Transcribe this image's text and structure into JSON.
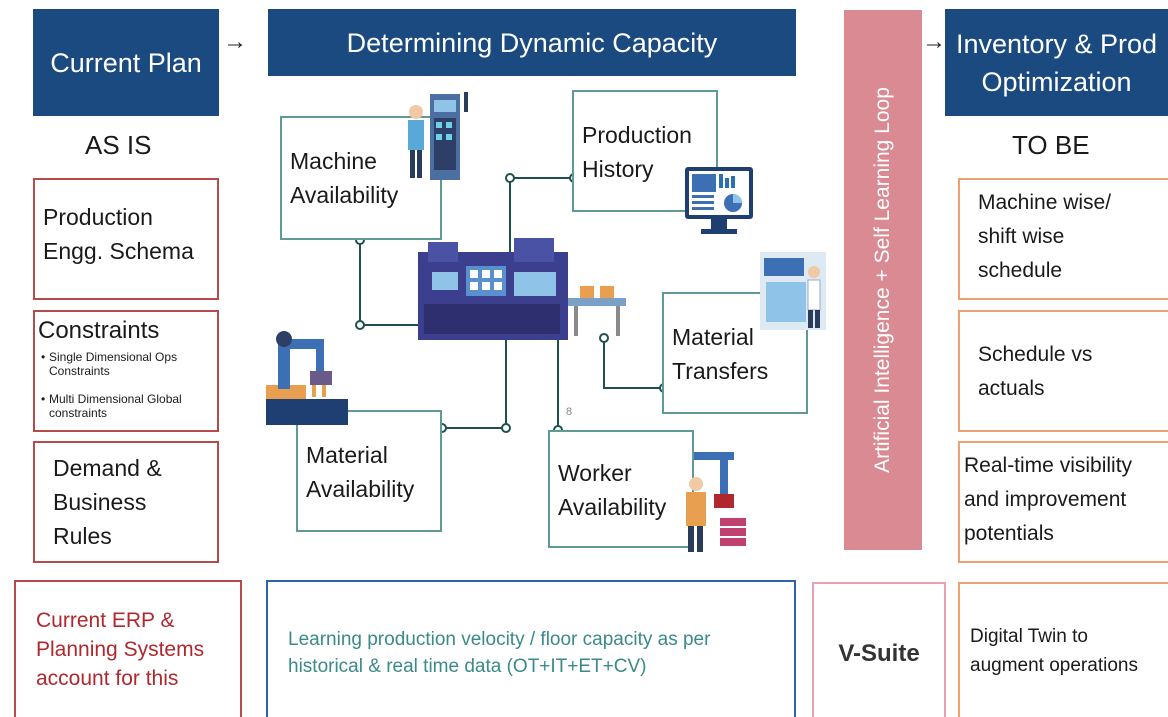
{
  "headers": {
    "current_plan": "Current Plan",
    "dynamic_capacity": "Determining Dynamic Capacity",
    "inventory": "Inventory & Prod Optimization"
  },
  "arrows": {
    "a1": "→",
    "a2": "→"
  },
  "left": {
    "title": "AS IS",
    "box1": "Production Engg. Schema",
    "box2_title": "Constraints",
    "box2_bullets": [
      "Single Dimensional Ops Constraints",
      "Multi Dimensional Global constraints"
    ],
    "box3": "Demand & Business Rules",
    "bottom": "Current ERP & Planning Systems account for this"
  },
  "center": {
    "machine": "Machine Availability",
    "history": "Production History",
    "transfers": "Material Transfers",
    "material": "Material Availability",
    "worker": "Worker Availability",
    "marker": "8",
    "bottom": "Learning production velocity / floor capacity as per historical & real time data (OT+IT+ET+CV)"
  },
  "ai_band": {
    "text": "Artificial Intelligence + Self Learning Loop"
  },
  "vsuite": "V-Suite",
  "right": {
    "title": "TO BE",
    "box1": "Machine wise/ shift wise schedule",
    "box2": "Schedule vs actuals",
    "box3": "Real-time visibility and improvement potentials",
    "bottom": "Digital Twin to augment operations"
  },
  "colors": {
    "header_blue": "#1a4a80",
    "red_border": "#b54a4a",
    "orange_border": "#f0a070",
    "teal_border": "#5f9a97",
    "blue_border": "#3060b0",
    "ai_band": "#d98a92",
    "erp_text": "#b0282e",
    "learning_text": "#3a8a8a"
  },
  "icons": [
    "machine-operator-icon",
    "monitor-dashboard-icon",
    "factory-line-icon",
    "robot-arm-icon",
    "lab-worker-icon",
    "worker-robot-icon"
  ]
}
